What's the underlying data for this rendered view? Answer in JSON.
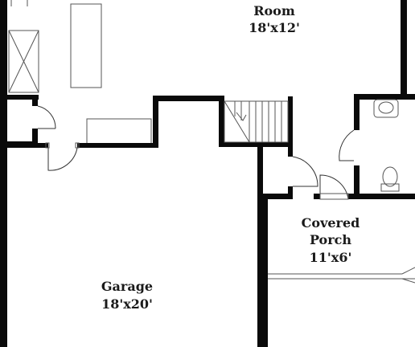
{
  "rooms": {
    "room": {
      "name_fragment": "Room",
      "size": "18'x12'"
    },
    "covered_porch": {
      "name_line1": "Covered",
      "name_line2": "Porch",
      "size": "11'x6'"
    },
    "garage": {
      "name": "Garage",
      "size": "18'x20'"
    }
  }
}
